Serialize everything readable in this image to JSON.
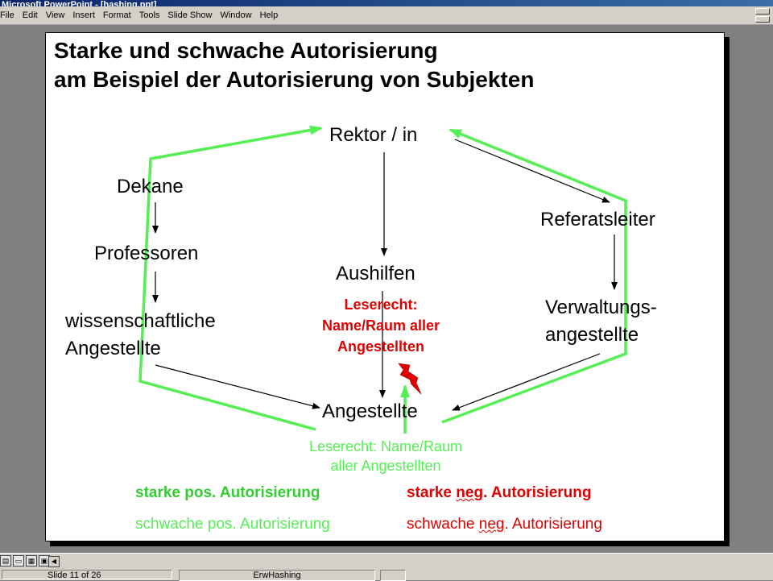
{
  "titlebar": {
    "text": "Microsoft PowerPoint - [hashing.ppt]"
  },
  "menu": [
    "File",
    "Edit",
    "View",
    "Insert",
    "Format",
    "Tools",
    "Slide Show",
    "Window",
    "Help"
  ],
  "slide": {
    "title_line1": "Starke und schwache Autorisierung",
    "title_line2": "am Beispiel der Autorisierung von Subjekten",
    "nodes": {
      "rektor": "Rektor / in",
      "dekane": "Dekane",
      "professoren": "Professoren",
      "wiss1": "wissenschaftliche",
      "wiss2": "Angestellte",
      "aushilfen": "Aushilfen",
      "referatsleiter": "Referatsleiter",
      "verw1": "Verwaltungs-",
      "verw2": "angestellte",
      "angestellte": "Angestellte"
    },
    "red_note": [
      "Leserecht:",
      "Name/Raum aller",
      "Angestellten"
    ],
    "green_note": [
      "Leserecht: Name/Raum",
      "aller Angestellten"
    ],
    "legend": {
      "strong_pos": "starke pos. Autorisierung",
      "strong_neg_1": "starke ",
      "strong_neg_2": "neg",
      "strong_neg_3": ". Autorisierung",
      "weak_pos": "schwache pos. Autorisierung",
      "weak_neg_1": "schwache ",
      "weak_neg_2": "neg",
      "weak_neg_3": ". Autorisierung"
    },
    "colors": {
      "green": "#55ee55",
      "red": "#e00000",
      "strong_green": "#33cc33"
    }
  },
  "statusbar": {
    "slide": "Slide 11 of 26",
    "design": "ErwHashing"
  }
}
